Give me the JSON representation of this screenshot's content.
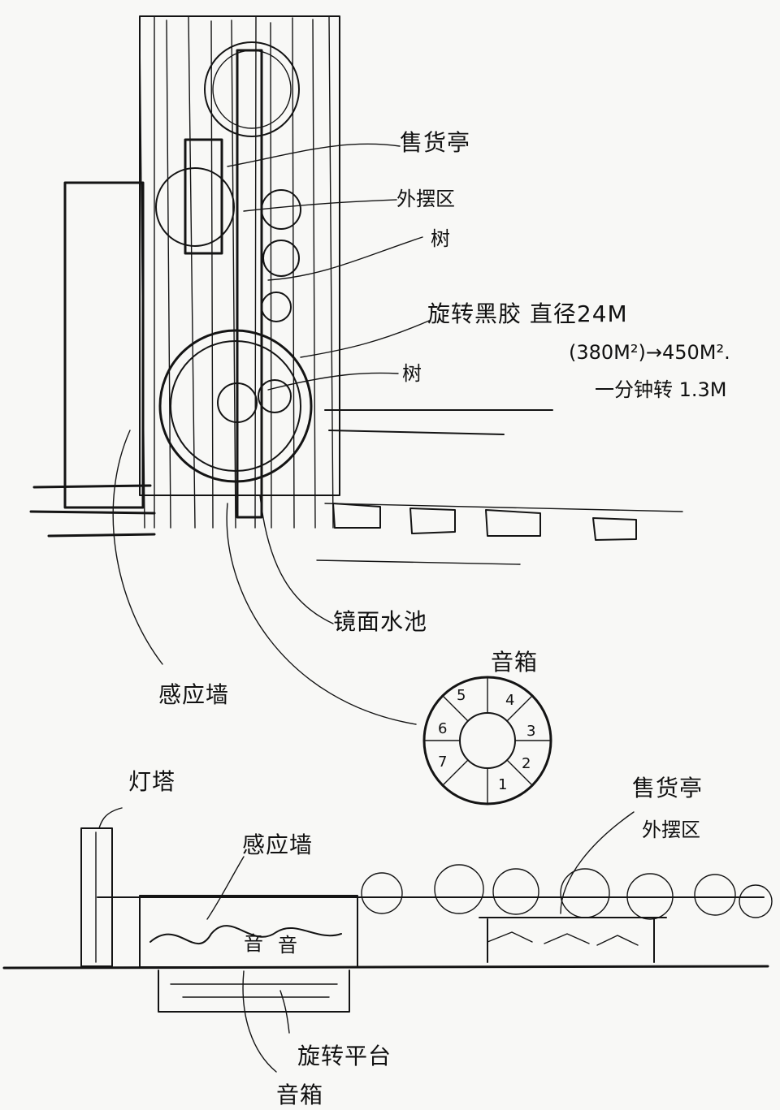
{
  "plan_labels": {
    "pavilion": "售货亭",
    "outdoor_seating": "外摆区",
    "tree": "树",
    "rotating_platform": "旋转黑胶 直径24M",
    "area_note": "(380M²)→450M².",
    "rotation_speed": "一分钟转 1.3M",
    "tree_2": "树",
    "mirror_pool": "镜面水池",
    "sensor_wall": "感应墙"
  },
  "detail_labels": {
    "audio_box": "音箱",
    "numbers": [
      "1",
      "2",
      "3",
      "4",
      "5",
      "6",
      "7"
    ]
  },
  "section_labels": {
    "lamp": "灯塔",
    "sensor_wall": "感应墙",
    "pavilion": "售货亭",
    "outdoor_seating": "外摆区",
    "sound_left": "音",
    "sound_right": "音",
    "rotating_stage": "旋转平台",
    "audio_box": "音箱"
  },
  "colors": {
    "ink": "#141414",
    "paper": "#f8f8f6"
  }
}
